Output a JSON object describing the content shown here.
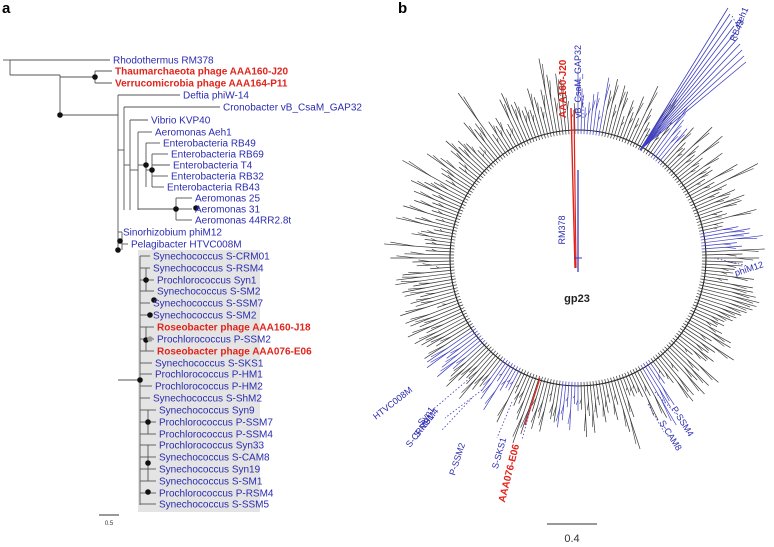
{
  "panel_a": {
    "letter": "a",
    "scale_label": "0.5",
    "highlight_color": "#e4e4e4",
    "taxa": [
      {
        "label": "Rhodothermus RM378",
        "color": "#2b2bb0",
        "bold": false
      },
      {
        "label": "Thaumarchaeota phage AAA160-J20",
        "color": "#e0241b",
        "bold": true
      },
      {
        "label": "Verrucomicrobia phage AAA164-P11",
        "color": "#e0241b",
        "bold": true
      },
      {
        "label": "Deftia phiW-14",
        "color": "#2b2bb0",
        "bold": false
      },
      {
        "label": "Cronobacter vB_CsaM_GAP32",
        "color": "#2b2bb0",
        "bold": false
      },
      {
        "label": "Vibrio KVP40",
        "color": "#2b2bb0",
        "bold": false
      },
      {
        "label": "Aeromonas Aeh1",
        "color": "#2b2bb0",
        "bold": false
      },
      {
        "label": "Enterobacteria RB49",
        "color": "#2b2bb0",
        "bold": false
      },
      {
        "label": "Enterobacteria RB69",
        "color": "#2b2bb0",
        "bold": false
      },
      {
        "label": "Enterobacteria T4",
        "color": "#2b2bb0",
        "bold": false
      },
      {
        "label": "Enterobacteria RB32",
        "color": "#2b2bb0",
        "bold": false
      },
      {
        "label": "Enterobacteria RB43",
        "color": "#2b2bb0",
        "bold": false
      },
      {
        "label": "Aeromonas 25",
        "color": "#2b2bb0",
        "bold": false
      },
      {
        "label": "Aeromonas 31",
        "color": "#2b2bb0",
        "bold": false
      },
      {
        "label": "Aeromonas 44RR2.8t",
        "color": "#2b2bb0",
        "bold": false
      },
      {
        "label": "Sinorhizobium phiM12",
        "color": "#2b2bb0",
        "bold": false
      },
      {
        "label": "Pelagibacter HTVC008M",
        "color": "#2b2bb0",
        "bold": false
      },
      {
        "label": "Synechococcus S-CRM01",
        "color": "#2b2bb0",
        "bold": false
      },
      {
        "label": "Synechococcus S-RSM4",
        "color": "#2b2bb0",
        "bold": false
      },
      {
        "label": "Prochlorococcus Syn1",
        "color": "#2b2bb0",
        "bold": false
      },
      {
        "label": "Synechococcus S-SM2",
        "color": "#2b2bb0",
        "bold": false
      },
      {
        "label": "Synechococcus S-SSM7",
        "color": "#2b2bb0",
        "bold": false
      },
      {
        "label": "Synechococcus S-SM2",
        "color": "#2b2bb0",
        "bold": false
      },
      {
        "label": "Roseobacter phage AAA160-J18",
        "color": "#e0241b",
        "bold": true
      },
      {
        "label": "Prochlorococcus P-SSM2",
        "color": "#2b2bb0",
        "bold": false
      },
      {
        "label": "Roseobacter phage AAA076-E06",
        "color": "#e0241b",
        "bold": true
      },
      {
        "label": "Synechococcus S-SKS1",
        "color": "#2b2bb0",
        "bold": false
      },
      {
        "label": "Prochlorococcus P-HM1",
        "color": "#2b2bb0",
        "bold": false
      },
      {
        "label": "Prochlorococcus P-HM2",
        "color": "#2b2bb0",
        "bold": false
      },
      {
        "label": "Synechococcus S-ShM2",
        "color": "#2b2bb0",
        "bold": false
      },
      {
        "label": "Synechococcus Syn9",
        "color": "#2b2bb0",
        "bold": false
      },
      {
        "label": "Prochlorococcus P-SSM7",
        "color": "#2b2bb0",
        "bold": false
      },
      {
        "label": "Prochlorococcus P-SSM4",
        "color": "#2b2bb0",
        "bold": false
      },
      {
        "label": "Prochlorococcus Syn33",
        "color": "#2b2bb0",
        "bold": false
      },
      {
        "label": "Synechococcus S-CAM8",
        "color": "#2b2bb0",
        "bold": false
      },
      {
        "label": "Synechococcus Syn19",
        "color": "#2b2bb0",
        "bold": false
      },
      {
        "label": "Synechococcus S-SM1",
        "color": "#2b2bb0",
        "bold": false
      },
      {
        "label": "Prochlorococcus P-RSM4",
        "color": "#2b2bb0",
        "bold": false
      },
      {
        "label": "Synechococcus S-SSM5",
        "color": "#2b2bb0",
        "bold": false
      }
    ]
  },
  "panel_b": {
    "letter": "b",
    "center_label": "gp23",
    "scale_label": "0.4",
    "labels": [
      {
        "label": "AAA160-J20",
        "color": "#e0241b",
        "bold": true
      },
      {
        "label": "vB_CsaM_GAP32",
        "color": "#2b2bb0",
        "bold": false
      },
      {
        "label": "Aeh1",
        "color": "#2b2bb0",
        "bold": false
      },
      {
        "label": "RB43",
        "color": "#2b2bb0",
        "bold": false
      },
      {
        "label": "RM378",
        "color": "#2b2bb0",
        "bold": false
      },
      {
        "label": "phiM12",
        "color": "#2b2bb0",
        "bold": false
      },
      {
        "label": "P-SSM4",
        "color": "#2b2bb0",
        "bold": false
      },
      {
        "label": "S-CAM8",
        "color": "#2b2bb0",
        "bold": false
      },
      {
        "label": "HTVC008M",
        "color": "#2b2bb0",
        "bold": false
      },
      {
        "label": "Syn1",
        "color": "#2b2bb0",
        "bold": false
      },
      {
        "label": "S-RSM4",
        "color": "#2b2bb0",
        "bold": false
      },
      {
        "label": "S-CRM01",
        "color": "#2b2bb0",
        "bold": false
      },
      {
        "label": "P-SSM2",
        "color": "#2b2bb0",
        "bold": false
      },
      {
        "label": "S-SKS1",
        "color": "#2b2bb0",
        "bold": false
      },
      {
        "label": "AAA076-E06",
        "color": "#e0241b",
        "bold": true
      }
    ]
  }
}
